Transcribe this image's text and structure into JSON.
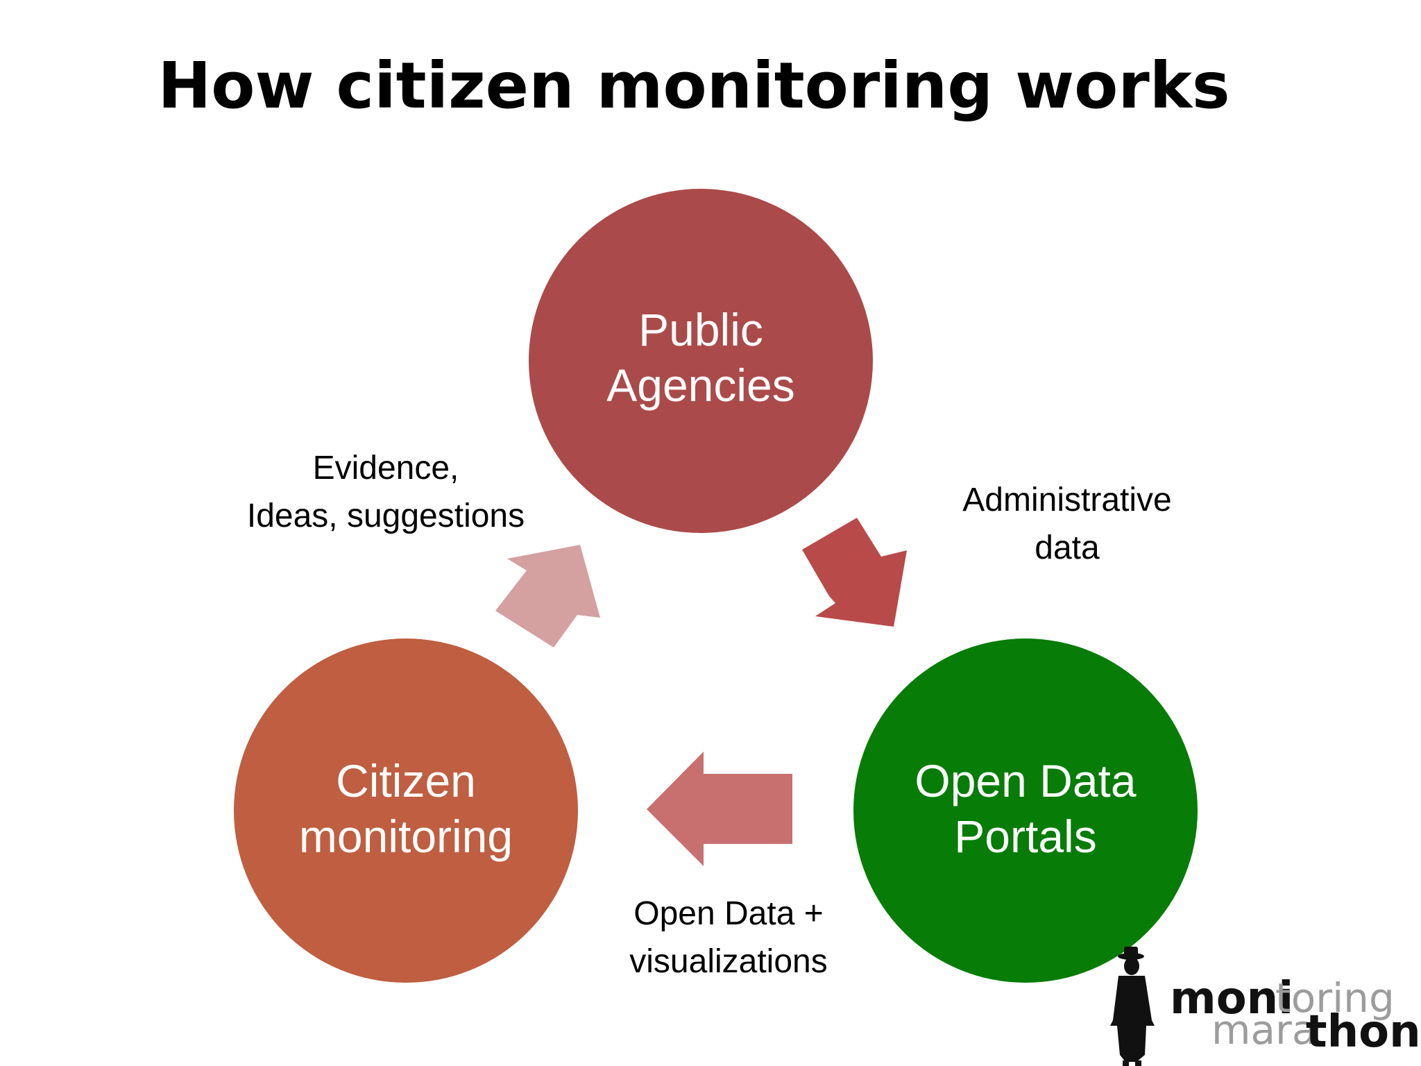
{
  "title": "How citizen monitoring works",
  "nodes": {
    "public_agencies": {
      "line1": "Public",
      "line2": "Agencies",
      "color": "#ab4a4a"
    },
    "citizen_monitoring": {
      "line1": "Citizen",
      "line2": "monitoring",
      "color": "#bf5e41"
    },
    "open_data_portals": {
      "line1": "Open Data",
      "line2": "Portals",
      "color": "#077c07"
    }
  },
  "edges": {
    "agencies_to_portals": {
      "line1": "Administrative",
      "line2": "data",
      "color": "#b84a4a"
    },
    "portals_to_citizens": {
      "line1": "Open Data +",
      "line2": "visualizations",
      "color": "#c87070"
    },
    "citizens_to_agencies": {
      "line1": "Evidence,",
      "line2": "Ideas, suggestions",
      "color": "#d4a0a0"
    }
  },
  "logo": {
    "part1": "moni",
    "part2": "toring",
    "part3": "mara",
    "part4": "thon",
    "icon": "man-in-hat-silhouette-icon"
  }
}
